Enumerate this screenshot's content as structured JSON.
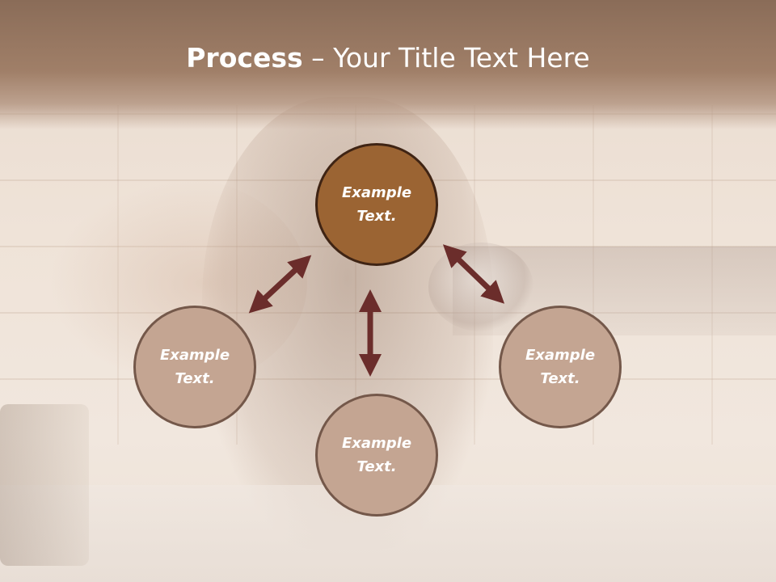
{
  "title": {
    "bold": "Process",
    "rest": " – Your Title Text Here"
  },
  "diagram": {
    "nodes": [
      {
        "id": "top",
        "text": "Example\nText."
      },
      {
        "id": "left",
        "text": "Example\nText."
      },
      {
        "id": "bottom",
        "text": "Example\nText."
      },
      {
        "id": "right",
        "text": "Example\nText."
      }
    ]
  },
  "colors": {
    "title_band": "#9a7a63",
    "center_node": "#9b6433",
    "outer_node": "#c4a592",
    "arrow": "#6b2d2b"
  }
}
